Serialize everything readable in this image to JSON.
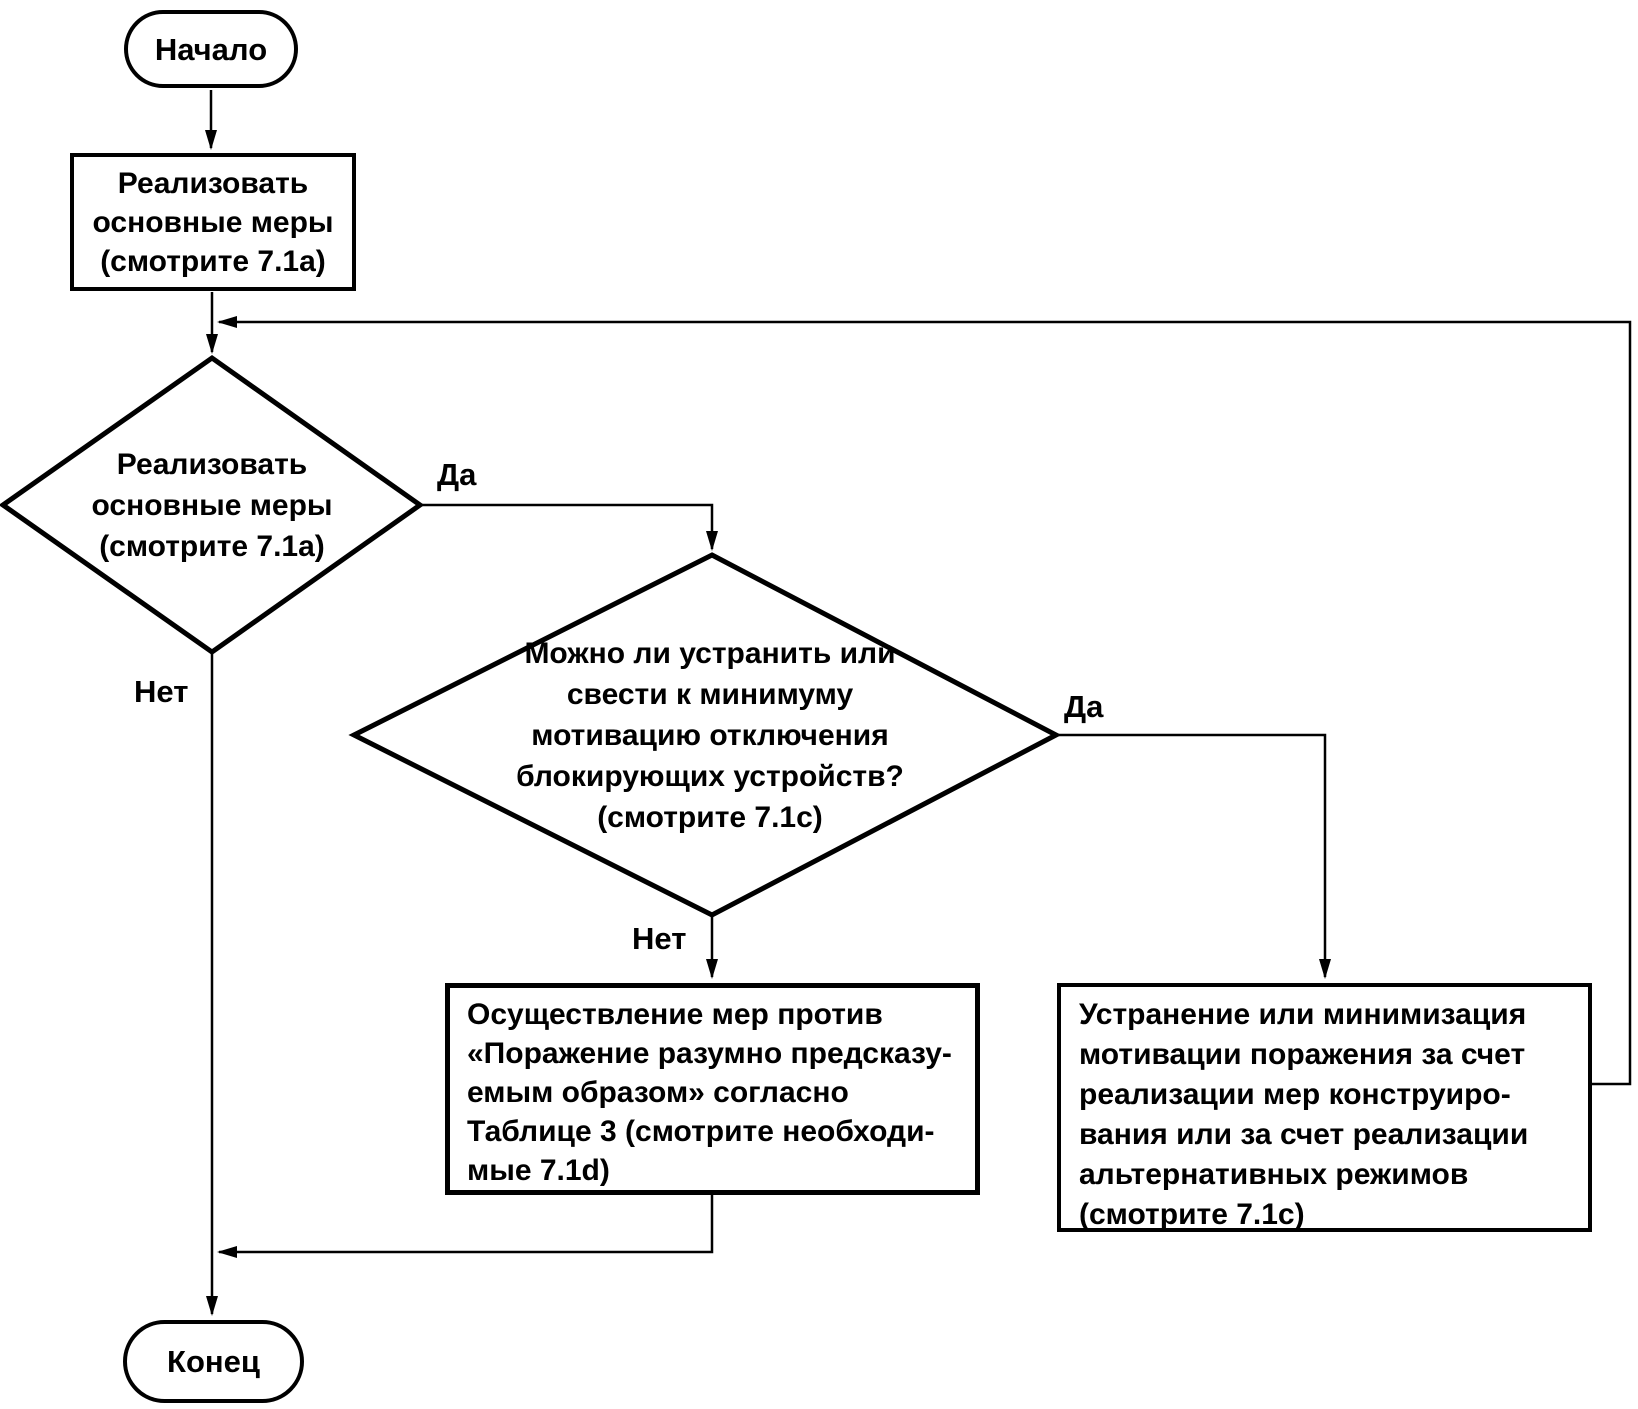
{
  "flowchart": {
    "start": {
      "label": "Начало"
    },
    "end": {
      "label": "Конец"
    },
    "process_main": {
      "text": "Реализовать\nосновные меры\n(смотрите 7.1a)"
    },
    "decision_main": {
      "text": "Реализовать\nосновные меры\n(смотрите 7.1a)",
      "yes_label": "Да",
      "no_label": "Нет"
    },
    "decision_motivation": {
      "text": "Можно ли устранить или\nсвести к минимуму\nмотивацию отключения\nблокирующих устройств?\n(смотрите 7.1c)",
      "yes_label": "Да",
      "no_label": "Нет"
    },
    "process_defeat_measures": {
      "text": "Осуществление мер против\n«Поражение разумно предсказу-\nемым образом» согласно\nТаблице 3 (смотрите необходи-\nмые 7.1d)"
    },
    "process_elimination": {
      "text": "Устранение или минимизация\nмотивации поражения за счет\nреализации мер конструиро-\nвания или за счет реализации\nальтернативных режимов\n(смотрите 7.1c)"
    },
    "colors": {
      "line": "#000000",
      "background": "#ffffff"
    }
  }
}
